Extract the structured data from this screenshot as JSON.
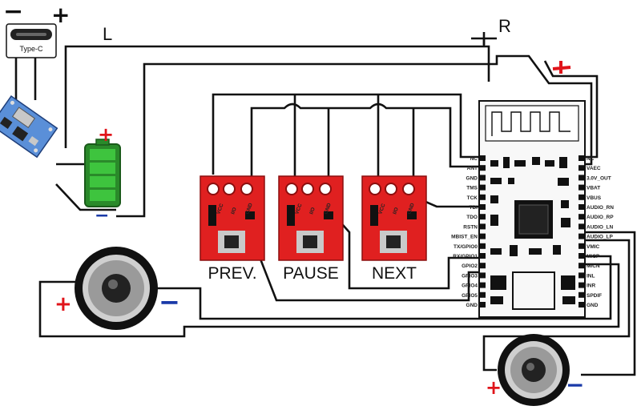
{
  "labels": {
    "left_channel": "L",
    "right_channel": "R",
    "usb_type": "Type-C",
    "plus": "+",
    "minus": "−"
  },
  "buttons": [
    {
      "label": "PREV.",
      "pins": [
        "VCC",
        "I/O",
        "GND"
      ]
    },
    {
      "label": "PAUSE",
      "pins": [
        "VCC",
        "I/O",
        "GND"
      ]
    },
    {
      "label": "NEXT",
      "pins": [
        "VCC",
        "I/O",
        "GND"
      ]
    }
  ],
  "bt_module": {
    "left_pins": [
      "NC",
      "ANT",
      "GND",
      "TMS",
      "TCK",
      "TDI",
      "TDO",
      "RSTN",
      "MBIST_EN",
      "TX/GPIO0",
      "RX/GPIO1",
      "GPIO2",
      "GPIO3",
      "GPIO4",
      "GPIO5",
      "GND"
    ],
    "right_pins": [
      "NC",
      "VAEC",
      "3.0V_OUT",
      "VBAT",
      "VBUS",
      "AUDIO_RN",
      "AUDIO_RP",
      "AUDIO_LN",
      "AUDIO_LP",
      "VMIC",
      "MICP",
      "MICN",
      "INL",
      "INR",
      "SPDIF",
      "GND"
    ]
  },
  "colors": {
    "pcb_red": "#e02020",
    "pcb_dark": "#8b0f0f",
    "bt_white": "#f8f8f8",
    "battery_green": "#3ec43e",
    "plus_red": "#e0141a",
    "minus_blue": "#1a3aa8",
    "charger_blue": "#5a8fd8"
  }
}
